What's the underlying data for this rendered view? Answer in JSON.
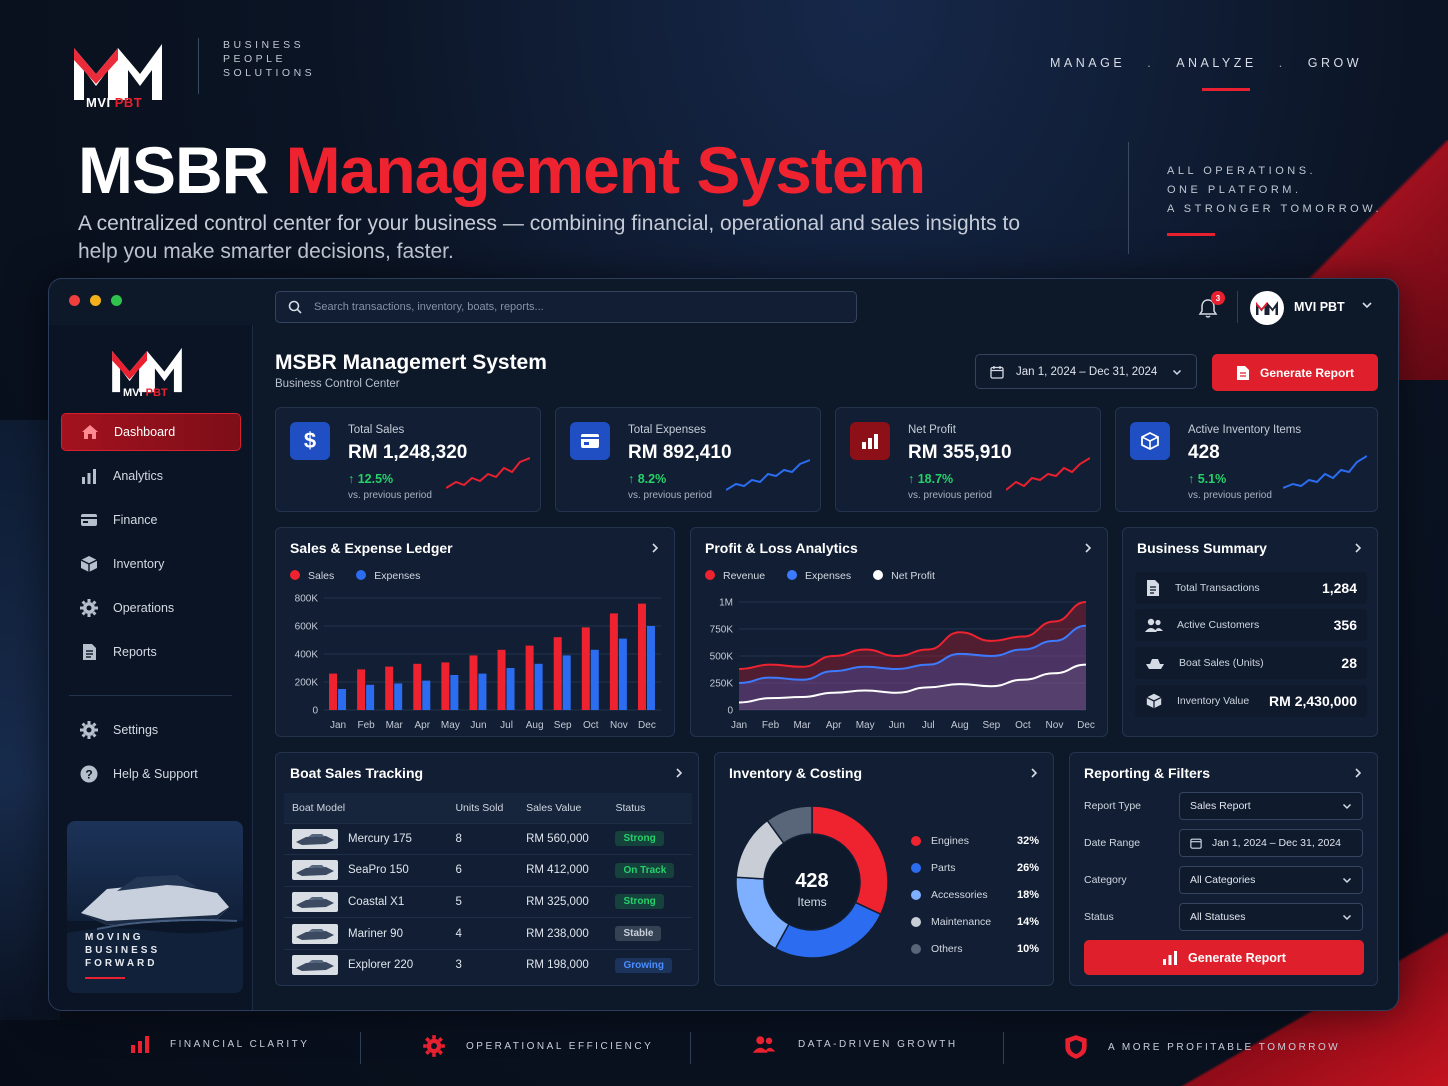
{
  "brand": {
    "logo_text": "MVI",
    "logo_suffix": "PBT",
    "tagline_left": [
      "BUSINESS",
      "PEOPLE",
      "SOLUTIONS"
    ]
  },
  "top_nav": [
    "MANAGE",
    "ANALYZE",
    "GROW"
  ],
  "hero": {
    "title_white": "MSBR",
    "title_red": "Management System",
    "subtitle": "A centralized control center for your business — combining financial, operational and sales insights to help you make smarter decisions, faster."
  },
  "tagline_right": [
    "ALL OPERATIONS.",
    "ONE PLATFORM.",
    "A STRONGER TOMORROW."
  ],
  "app": {
    "search_placeholder": "Search transactions, inventory, boats, reports...",
    "notification_count": "3",
    "user_name": "MVI PBT",
    "page_title": "MSBR Managemert System",
    "page_subtitle": "Business Control Center",
    "date_range": "Jan 1, 2024 – Dec 31, 2024",
    "generate_report": "Generate Report"
  },
  "sidebar": {
    "items": [
      {
        "label": "Dashboard",
        "icon": "home-icon"
      },
      {
        "label": "Analytics",
        "icon": "bar-chart-icon"
      },
      {
        "label": "Finance",
        "icon": "wallet-icon"
      },
      {
        "label": "Inventory",
        "icon": "box-icon"
      },
      {
        "label": "Operations",
        "icon": "gear-icon"
      },
      {
        "label": "Reports",
        "icon": "document-icon"
      }
    ],
    "bottom_items": [
      {
        "label": "Settings",
        "icon": "gear-icon"
      },
      {
        "label": "Help & Support",
        "icon": "help-icon"
      }
    ],
    "promo_text": [
      "MOVING",
      "BUSINESS",
      "FORWARD"
    ]
  },
  "kpis": [
    {
      "label": "Total Sales",
      "value": "RM 1,248,320",
      "change": "↑ 12.5%",
      "vs": "vs. previous period",
      "color": "#e8202f"
    },
    {
      "label": "Total Expenses",
      "value": "RM 892,410",
      "change": "↑ 8.2%",
      "vs": "vs. previous period",
      "color": "#2b6cf0"
    },
    {
      "label": "Net Profit",
      "value": "RM 355,910",
      "change": "↑ 18.7%",
      "vs": "vs. previous period",
      "color": "#e8202f"
    },
    {
      "label": "Active Inventory Items",
      "value": "428",
      "change": "↑ 5.1%",
      "vs": "vs. previous period",
      "color": "#2b6cf0"
    }
  ],
  "ledger": {
    "title": "Sales & Expense Ledger",
    "legend": [
      "Sales",
      "Expenses"
    ]
  },
  "pnl": {
    "title": "Profit & Loss Analytics",
    "legend": [
      "Revenue",
      "Expenses",
      "Net Profit"
    ]
  },
  "summary": {
    "title": "Business Summary",
    "rows": [
      {
        "label": "Total Transactions",
        "value": "1,284",
        "icon": "document-icon"
      },
      {
        "label": "Active Customers",
        "value": "356",
        "icon": "users-icon"
      },
      {
        "label": "Boat Sales (Units)",
        "value": "28",
        "icon": "boat-icon"
      },
      {
        "label": "Inventory Value",
        "value": "RM 2,430,000",
        "icon": "box-icon"
      }
    ]
  },
  "boats": {
    "title": "Boat Sales Tracking",
    "headers": [
      "Boat Model",
      "Units Sold",
      "Sales Value",
      "Status"
    ],
    "rows": [
      {
        "model": "Mercury 175",
        "units": "8",
        "value": "RM 560,000",
        "status": "Strong",
        "status_color": "#27d16a"
      },
      {
        "model": "SeaPro 150",
        "units": "6",
        "value": "RM 412,000",
        "status": "On Track",
        "status_color": "#27d16a"
      },
      {
        "model": "Coastal X1",
        "units": "5",
        "value": "RM 325,000",
        "status": "Strong",
        "status_color": "#27d16a"
      },
      {
        "model": "Mariner 90",
        "units": "4",
        "value": "RM 238,000",
        "status": "Stable",
        "status_color": "#c9d0db"
      },
      {
        "model": "Explorer 220",
        "units": "3",
        "value": "RM 198,000",
        "status": "Growing",
        "status_color": "#4c8dff"
      }
    ]
  },
  "inventory": {
    "title": "Inventory & Costing",
    "center_value": "428",
    "center_label": "Items",
    "slices": [
      {
        "name": "Engines",
        "pct": "32%",
        "value": 32,
        "color": "#ef2330"
      },
      {
        "name": "Parts",
        "pct": "26%",
        "value": 26,
        "color": "#2b6cf0"
      },
      {
        "name": "Accessories",
        "pct": "18%",
        "value": 18,
        "color": "#7fb0ff"
      },
      {
        "name": "Maintenance",
        "pct": "14%",
        "value": 14,
        "color": "#c9ced6"
      },
      {
        "name": "Others",
        "pct": "10%",
        "value": 10,
        "color": "#596679"
      }
    ]
  },
  "filters": {
    "title": "Reporting & Filters",
    "rows": [
      {
        "label": "Report Type",
        "value": "Sales Report"
      },
      {
        "label": "Date Range",
        "value": "Jan 1, 2024 – Dec 31, 2024"
      },
      {
        "label": "Category",
        "value": "All Categories"
      },
      {
        "label": "Status",
        "value": "All Statuses"
      }
    ],
    "button": "Generate Report"
  },
  "footer": [
    "FINANCIAL CLARITY",
    "OPERATIONAL EFFICIENCY",
    "DATA-DRIVEN GROWTH",
    "A MORE PROFITABLE TOMORROW"
  ],
  "chart_data": [
    {
      "type": "bar",
      "categories": [
        "Jan",
        "Feb",
        "Mar",
        "Apr",
        "May",
        "Jun",
        "Jul",
        "Aug",
        "Sep",
        "Oct",
        "Nov",
        "Dec"
      ],
      "series": [
        {
          "name": "Sales",
          "values": [
            260000,
            290000,
            310000,
            330000,
            340000,
            390000,
            430000,
            460000,
            520000,
            590000,
            690000,
            760000
          ],
          "color": "#ef2330"
        },
        {
          "name": "Expenses",
          "values": [
            150000,
            180000,
            190000,
            210000,
            250000,
            260000,
            300000,
            330000,
            390000,
            430000,
            510000,
            600000
          ],
          "color": "#2b6cf0"
        }
      ],
      "yticks": [
        "0",
        "200K",
        "400K",
        "600K",
        "800K"
      ],
      "ylim": [
        0,
        800000
      ]
    },
    {
      "type": "area",
      "categories": [
        "Jan",
        "Feb",
        "Mar",
        "Apr",
        "May",
        "Jun",
        "Jul",
        "Aug",
        "Sep",
        "Oct",
        "Nov",
        "Dec"
      ],
      "series": [
        {
          "name": "Revenue",
          "values": [
            380000,
            420000,
            400000,
            500000,
            560000,
            500000,
            560000,
            720000,
            640000,
            680000,
            820000,
            1000000
          ],
          "color": "#ef2330"
        },
        {
          "name": "Expenses",
          "values": [
            250000,
            300000,
            280000,
            360000,
            400000,
            380000,
            420000,
            520000,
            500000,
            560000,
            640000,
            780000
          ],
          "color": "#3c7bff"
        },
        {
          "name": "Net Profit",
          "values": [
            70000,
            110000,
            120000,
            160000,
            180000,
            160000,
            210000,
            240000,
            220000,
            280000,
            340000,
            420000
          ],
          "color": "#ffffff"
        }
      ],
      "yticks": [
        "0",
        "250K",
        "500K",
        "750K",
        "1M"
      ],
      "ylim": [
        0,
        1000000
      ]
    },
    {
      "type": "pie",
      "categories": [
        "Engines",
        "Parts",
        "Accessories",
        "Maintenance",
        "Others"
      ],
      "values": [
        32,
        26,
        18,
        14,
        10
      ]
    }
  ]
}
